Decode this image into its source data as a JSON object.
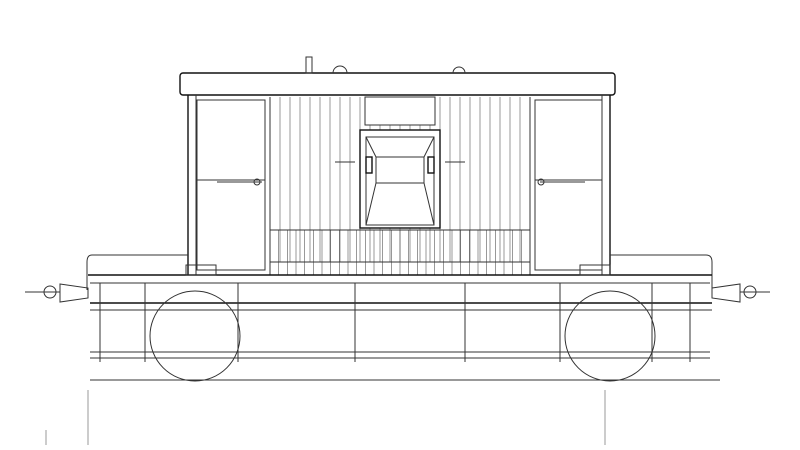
{
  "colors": {
    "ink": "#333333",
    "paper": "#ffffff"
  },
  "drawing": {
    "planks_center": 26,
    "planks_lower": 30,
    "wheels": 2,
    "buffers": 2
  }
}
